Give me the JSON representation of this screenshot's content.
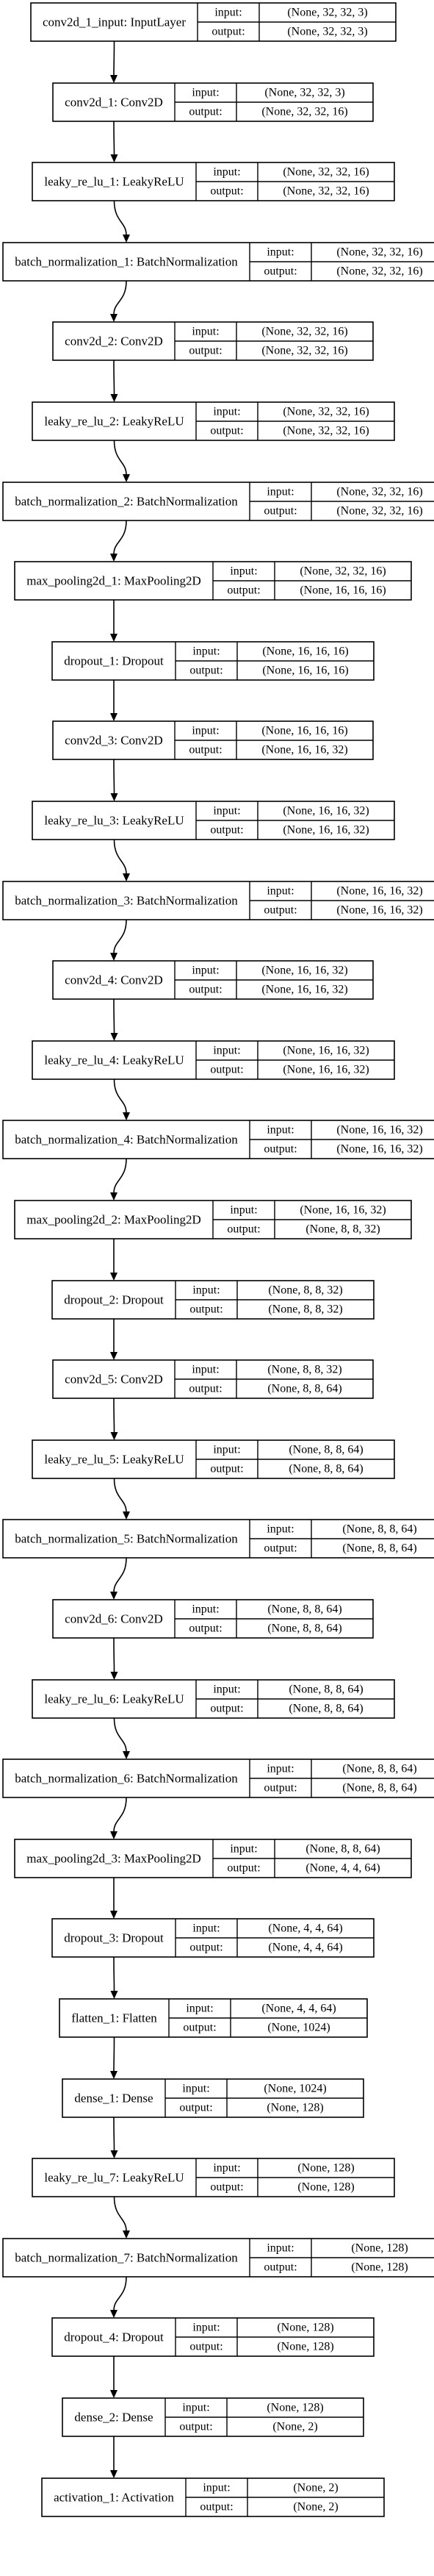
{
  "layers": [
    {
      "name": "conv2d_1_input: InputLayer",
      "input": "(None, 32, 32, 3)",
      "output": "(None, 32, 32, 3)"
    },
    {
      "name": "conv2d_1: Conv2D",
      "input": "(None, 32, 32, 3)",
      "output": "(None, 32, 32, 16)"
    },
    {
      "name": "leaky_re_lu_1: LeakyReLU",
      "input": "(None, 32, 32, 16)",
      "output": "(None, 32, 32, 16)"
    },
    {
      "name": "batch_normalization_1: BatchNormalization",
      "input": "(None, 32, 32, 16)",
      "output": "(None, 32, 32, 16)"
    },
    {
      "name": "conv2d_2: Conv2D",
      "input": "(None, 32, 32, 16)",
      "output": "(None, 32, 32, 16)"
    },
    {
      "name": "leaky_re_lu_2: LeakyReLU",
      "input": "(None, 32, 32, 16)",
      "output": "(None, 32, 32, 16)"
    },
    {
      "name": "batch_normalization_2: BatchNormalization",
      "input": "(None, 32, 32, 16)",
      "output": "(None, 32, 32, 16)"
    },
    {
      "name": "max_pooling2d_1: MaxPooling2D",
      "input": "(None, 32, 32, 16)",
      "output": "(None, 16, 16, 16)"
    },
    {
      "name": "dropout_1: Dropout",
      "input": "(None, 16, 16, 16)",
      "output": "(None, 16, 16, 16)"
    },
    {
      "name": "conv2d_3: Conv2D",
      "input": "(None, 16, 16, 16)",
      "output": "(None, 16, 16, 32)"
    },
    {
      "name": "leaky_re_lu_3: LeakyReLU",
      "input": "(None, 16, 16, 32)",
      "output": "(None, 16, 16, 32)"
    },
    {
      "name": "batch_normalization_3: BatchNormalization",
      "input": "(None, 16, 16, 32)",
      "output": "(None, 16, 16, 32)"
    },
    {
      "name": "conv2d_4: Conv2D",
      "input": "(None, 16, 16, 32)",
      "output": "(None, 16, 16, 32)"
    },
    {
      "name": "leaky_re_lu_4: LeakyReLU",
      "input": "(None, 16, 16, 32)",
      "output": "(None, 16, 16, 32)"
    },
    {
      "name": "batch_normalization_4: BatchNormalization",
      "input": "(None, 16, 16, 32)",
      "output": "(None, 16, 16, 32)"
    },
    {
      "name": "max_pooling2d_2: MaxPooling2D",
      "input": "(None, 16, 16, 32)",
      "output": "(None, 8, 8, 32)"
    },
    {
      "name": "dropout_2: Dropout",
      "input": "(None, 8, 8, 32)",
      "output": "(None, 8, 8, 32)"
    },
    {
      "name": "conv2d_5: Conv2D",
      "input": "(None, 8, 8, 32)",
      "output": "(None, 8, 8, 64)"
    },
    {
      "name": "leaky_re_lu_5: LeakyReLU",
      "input": "(None, 8, 8, 64)",
      "output": "(None, 8, 8, 64)"
    },
    {
      "name": "batch_normalization_5: BatchNormalization",
      "input": "(None, 8, 8, 64)",
      "output": "(None, 8, 8, 64)"
    },
    {
      "name": "conv2d_6: Conv2D",
      "input": "(None, 8, 8, 64)",
      "output": "(None, 8, 8, 64)"
    },
    {
      "name": "leaky_re_lu_6: LeakyReLU",
      "input": "(None, 8, 8, 64)",
      "output": "(None, 8, 8, 64)"
    },
    {
      "name": "batch_normalization_6: BatchNormalization",
      "input": "(None, 8, 8, 64)",
      "output": "(None, 8, 8, 64)"
    },
    {
      "name": "max_pooling2d_3: MaxPooling2D",
      "input": "(None, 8, 8, 64)",
      "output": "(None, 4, 4, 64)"
    },
    {
      "name": "dropout_3: Dropout",
      "input": "(None, 4, 4, 64)",
      "output": "(None, 4, 4, 64)"
    },
    {
      "name": "flatten_1: Flatten",
      "input": "(None, 4, 4, 64)",
      "output": "(None, 1024)"
    },
    {
      "name": "dense_1: Dense",
      "input": "(None, 1024)",
      "output": "(None, 128)"
    },
    {
      "name": "leaky_re_lu_7: LeakyReLU",
      "input": "(None, 128)",
      "output": "(None, 128)"
    },
    {
      "name": "batch_normalization_7: BatchNormalization",
      "input": "(None, 128)",
      "output": "(None, 128)"
    },
    {
      "name": "dropout_4: Dropout",
      "input": "(None, 128)",
      "output": "(None, 128)"
    },
    {
      "name": "dense_2: Dense",
      "input": "(None, 128)",
      "output": "(None, 2)"
    },
    {
      "name": "activation_1: Activation",
      "input": "(None, 2)",
      "output": "(None, 2)"
    }
  ],
  "io_labels": {
    "input": "input:",
    "output": "output:"
  },
  "colors": {
    "stroke": "#000000",
    "background": "#ffffff"
  }
}
